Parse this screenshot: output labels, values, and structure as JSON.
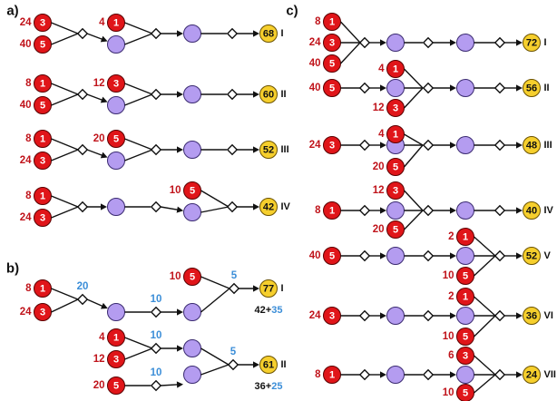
{
  "colors": {
    "red_node": "#e01519",
    "purple_node": "#b49cf0",
    "yellow_node": "#f6cf2d",
    "red_text": "#c0141b",
    "blue_text": "#3b8ed8",
    "edge": "#111111"
  },
  "panels": {
    "a": {
      "label": "a)"
    },
    "b": {
      "label": "b)"
    },
    "c": {
      "label": "c)"
    }
  },
  "schemes_a": [
    {
      "roman": "I",
      "result": "68",
      "inputs": [
        {
          "node": "3",
          "count": "24"
        },
        {
          "node": "5",
          "count": "40"
        },
        {
          "node": "1",
          "count": "4"
        }
      ]
    },
    {
      "roman": "II",
      "result": "60",
      "inputs": [
        {
          "node": "1",
          "count": "8"
        },
        {
          "node": "5",
          "count": "40"
        },
        {
          "node": "3",
          "count": "12"
        }
      ]
    },
    {
      "roman": "III",
      "result": "52",
      "inputs": [
        {
          "node": "1",
          "count": "8"
        },
        {
          "node": "3",
          "count": "24"
        },
        {
          "node": "5",
          "count": "20"
        }
      ]
    },
    {
      "roman": "IV",
      "result": "42",
      "inputs": [
        {
          "node": "1",
          "count": "8"
        },
        {
          "node": "3",
          "count": "24"
        },
        {
          "node": "5",
          "count": "10"
        }
      ]
    }
  ],
  "schemes_b": [
    {
      "roman": "I",
      "result": "77",
      "inputs": [
        {
          "node": "1",
          "count": "8"
        },
        {
          "node": "3",
          "count": "24"
        },
        {
          "node": "5",
          "count": "10"
        }
      ],
      "steps": [
        "20",
        "10",
        "5"
      ],
      "formula_base": "42+",
      "formula_extra": "35"
    },
    {
      "roman": "II",
      "result": "61",
      "inputs": [
        {
          "node": "1",
          "count": "4"
        },
        {
          "node": "3",
          "count": "12"
        },
        {
          "node": "5",
          "count": "20"
        }
      ],
      "steps": [
        "10",
        "10",
        "5"
      ],
      "formula_base": "36+",
      "formula_extra": "25"
    }
  ],
  "schemes_c": [
    {
      "roman": "I",
      "result": "72",
      "inputs": [
        {
          "node": "1",
          "count": "8"
        },
        {
          "node": "3",
          "count": "24"
        },
        {
          "node": "5",
          "count": "40"
        }
      ]
    },
    {
      "roman": "II",
      "result": "56",
      "inputs": [
        {
          "node": "5",
          "count": "40"
        },
        {
          "node": "1",
          "count": "4"
        },
        {
          "node": "3",
          "count": "12"
        }
      ]
    },
    {
      "roman": "III",
      "result": "48",
      "inputs": [
        {
          "node": "3",
          "count": "24"
        },
        {
          "node": "1",
          "count": "4"
        },
        {
          "node": "5",
          "count": "20"
        }
      ]
    },
    {
      "roman": "IV",
      "result": "40",
      "inputs": [
        {
          "node": "1",
          "count": "8"
        },
        {
          "node": "3",
          "count": "12"
        },
        {
          "node": "5",
          "count": "20"
        }
      ]
    },
    {
      "roman": "V",
      "result": "52",
      "inputs": [
        {
          "node": "5",
          "count": "40"
        },
        {
          "node": "1",
          "count": "2"
        },
        {
          "node": "5",
          "count": "10"
        }
      ]
    },
    {
      "roman": "VI",
      "result": "36",
      "inputs": [
        {
          "node": "3",
          "count": "24"
        },
        {
          "node": "1",
          "count": "2"
        },
        {
          "node": "5",
          "count": "10"
        }
      ]
    },
    {
      "roman": "VII",
      "result": "24",
      "inputs": [
        {
          "node": "1",
          "count": "8"
        },
        {
          "node": "3",
          "count": "6"
        },
        {
          "node": "5",
          "count": "10"
        }
      ]
    }
  ]
}
